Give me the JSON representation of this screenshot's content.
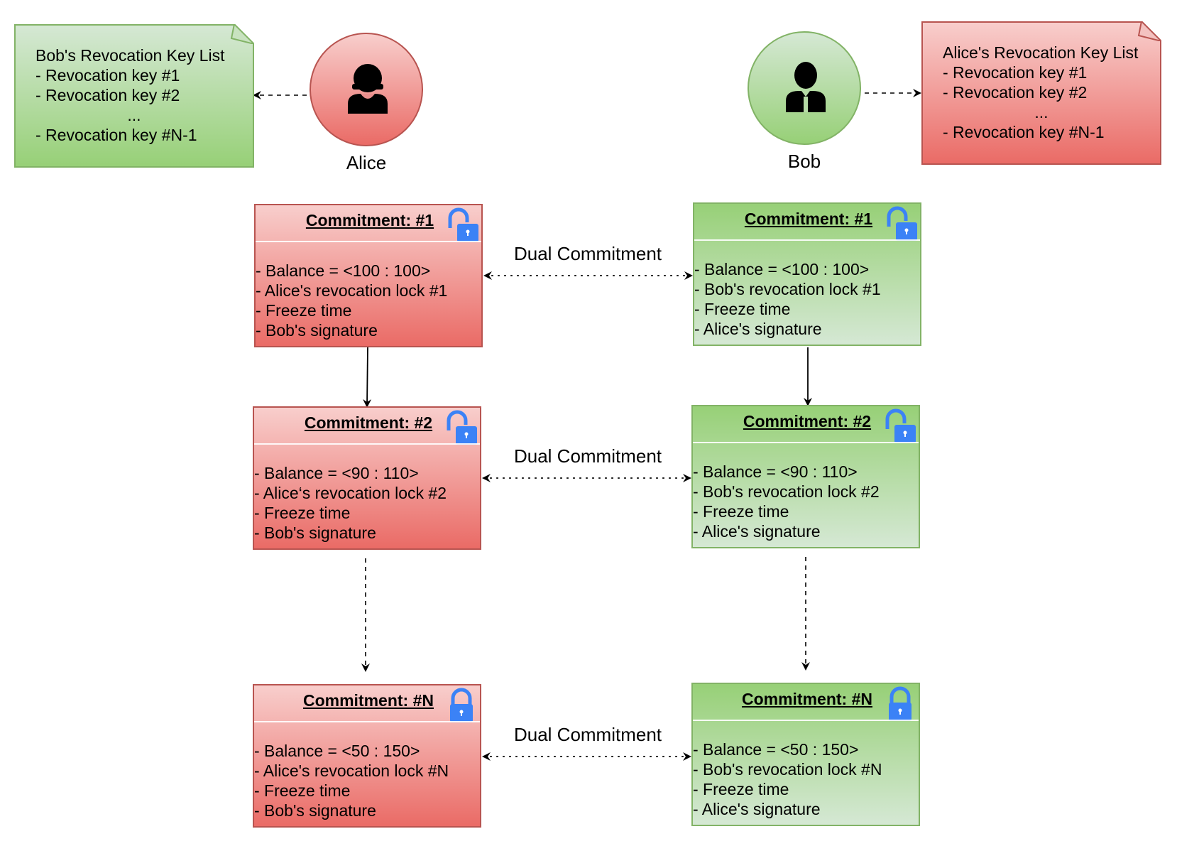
{
  "notes": {
    "left": {
      "title": "Bob's Revocation Key List",
      "items": [
        "- Revocation key #1",
        "- Revocation key #2",
        "...",
        "- Revocation key #N-1"
      ]
    },
    "right": {
      "title": "Alice's Revocation Key List",
      "items": [
        "- Revocation key #1",
        "- Revocation key #2",
        "...",
        "- Revocation key #N-1"
      ]
    }
  },
  "actors": {
    "alice": {
      "label": "Alice",
      "icon": "woman-user-icon",
      "color": "#ea6b66"
    },
    "bob": {
      "label": "Bob",
      "icon": "man-user-icon",
      "color": "#97d077"
    }
  },
  "dual_label": "Dual Commitment",
  "commitments": {
    "alice": [
      {
        "title": "Commitment: #1",
        "lock": "unlocked",
        "lines": [
          "- Balance = <100 : 100>",
          "- Alice's revocation lock #1",
          "- Freeze time",
          "- Bob's signature"
        ]
      },
      {
        "title": "Commitment: #2",
        "lock": "unlocked",
        "lines": [
          "- Balance = <90 : 110>",
          "- Alice‘s revocation lock #2",
          "- Freeze time",
          "- Bob's signature"
        ]
      },
      {
        "title": "Commitment: #N",
        "lock": "locked",
        "lines": [
          "- Balance = <50 : 150>",
          "- Alice's revocation lock #N",
          "- Freeze time",
          "- Bob's signature"
        ]
      }
    ],
    "bob": [
      {
        "title": "Commitment: #1",
        "lock": "unlocked",
        "lines": [
          "- Balance = <100 : 100>",
          "- Bob's revocation lock #1",
          "- Freeze time",
          "- Alice's signature"
        ]
      },
      {
        "title": "Commitment: #2",
        "lock": "unlocked",
        "lines": [
          "- Balance = <90 : 110>",
          "- Bob's revocation lock #2",
          "- Freeze time",
          "- Alice's signature"
        ]
      },
      {
        "title": "Commitment: #N",
        "lock": "locked",
        "lines": [
          "- Balance = <50 : 150>",
          "- Bob's revocation lock #N",
          "- Freeze time",
          "- Alice's signature"
        ]
      }
    ]
  },
  "colors": {
    "red_stroke": "#b85450",
    "green_stroke": "#82b366",
    "lock_blue": "#3b82f6"
  }
}
